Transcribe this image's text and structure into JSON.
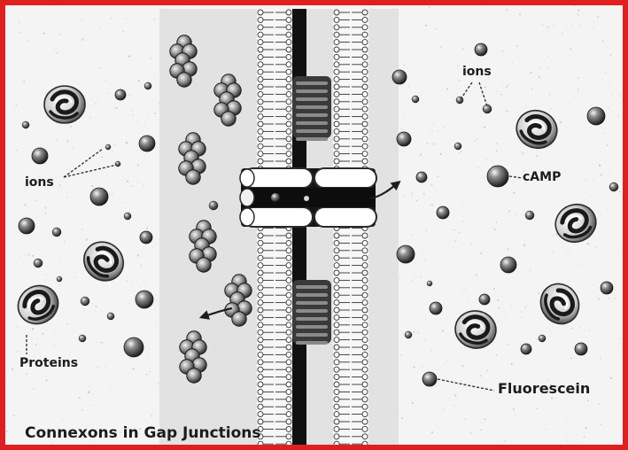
{
  "labels": {
    "ions_left": "ions",
    "ions_right": "ions",
    "camp": "cAMP",
    "proteins": "Proteins",
    "fluorescein": "Fluorescein",
    "caption": "Connexons in Gap Junctions"
  },
  "colors": {
    "frame": "#e02020",
    "background": "#f4f4f4",
    "speckle": "#bdbdbd",
    "center_band": "#e2e2e2",
    "membrane_core": "#111111",
    "sphere_dark": "#2a2a2a",
    "sphere_light": "#f8f8f8",
    "channel_fill": "#ffffff",
    "ink": "#1c1c1c"
  },
  "icons": {
    "ion": "small-sphere",
    "camp": "dark-sphere",
    "fluorescein": "dark-sphere",
    "protein": "coiled-protein-blob",
    "connexon": "bead-cluster",
    "membrane": "lipid-bilayer",
    "channel": "connexon-channel",
    "transport_arrow": "curved-arrow"
  }
}
